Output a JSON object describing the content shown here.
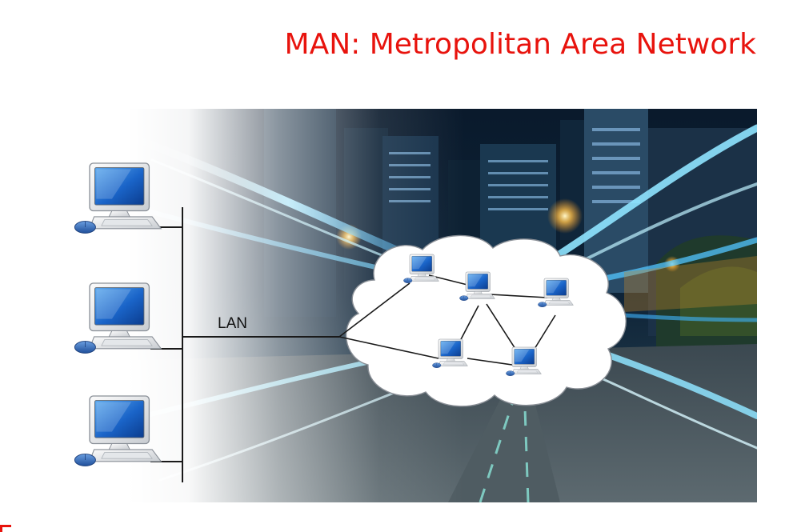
{
  "slide": {
    "title": "MAN: Metropolitan Area Network",
    "title_color": "#e8130d"
  },
  "diagram": {
    "lan_label": "LAN",
    "lan_hosts": [
      "workstation-1",
      "workstation-2",
      "workstation-3"
    ],
    "man_nodes": [
      "node-a",
      "node-b",
      "node-c",
      "node-d",
      "node-e"
    ],
    "man_links": [
      [
        "node-a",
        "node-b"
      ],
      [
        "node-b",
        "node-c"
      ],
      [
        "node-b",
        "node-d"
      ],
      [
        "node-b",
        "node-e"
      ],
      [
        "node-d",
        "node-e"
      ],
      [
        "node-c",
        "node-e"
      ]
    ],
    "gateway_links_to": [
      "node-a",
      "node-d"
    ],
    "background_photo": "city-night-light-trails",
    "cloud_color": "#ffffff",
    "accent_color": "#3fb6ff"
  }
}
